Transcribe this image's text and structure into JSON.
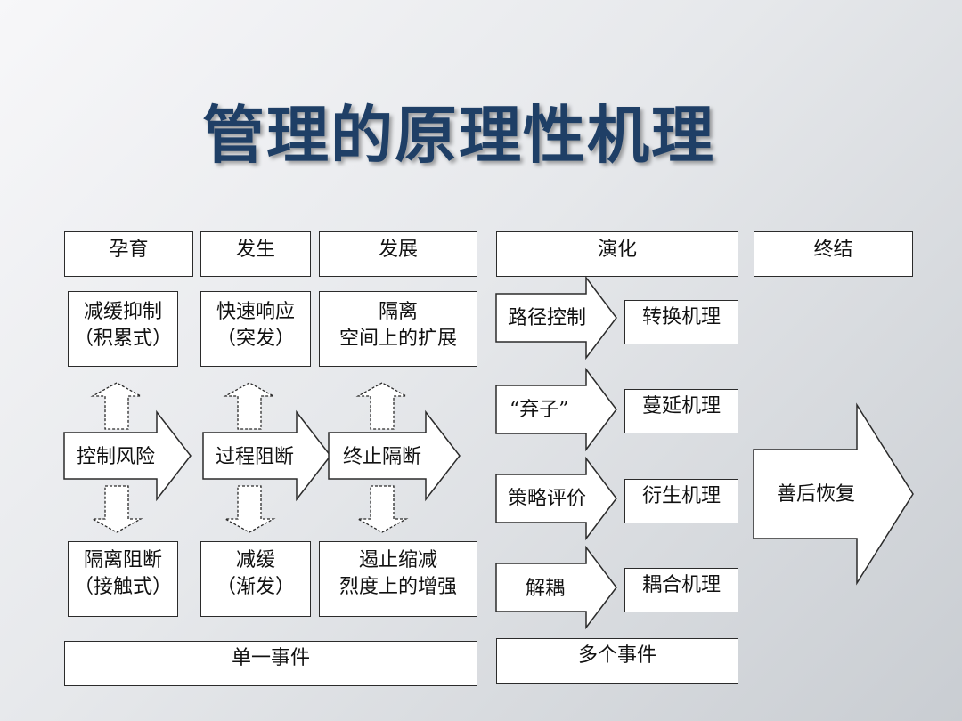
{
  "title": "管理的原理性机理",
  "stage_headers": [
    "孕育",
    "发生",
    "发展",
    "演化",
    "终结"
  ],
  "upper_boxes": [
    {
      "line1": "减缓抑制",
      "line2": "（积累式）"
    },
    {
      "line1": "快速响应",
      "line2": "（突发）"
    },
    {
      "line1": "隔离",
      "line2": "空间上的扩展"
    }
  ],
  "lower_boxes": [
    {
      "line1": "隔离阻断",
      "line2": "（接触式）"
    },
    {
      "line1": "减缓",
      "line2": "（渐发）"
    },
    {
      "line1": "遏止缩减",
      "line2": "烈度上的增强"
    }
  ],
  "center_arrows": [
    "控制风险",
    "过程阻断",
    "终止隔断"
  ],
  "evolution_arrows": [
    "路径控制",
    "“弃子”",
    "策略评价",
    "解耦"
  ],
  "mechanism_boxes": [
    "转换机理",
    "蔓延机理",
    "衍生机理",
    "耦合机理"
  ],
  "final_arrow": "善后恢复",
  "bottom_labels": [
    "单一事件",
    "多个事件"
  ]
}
